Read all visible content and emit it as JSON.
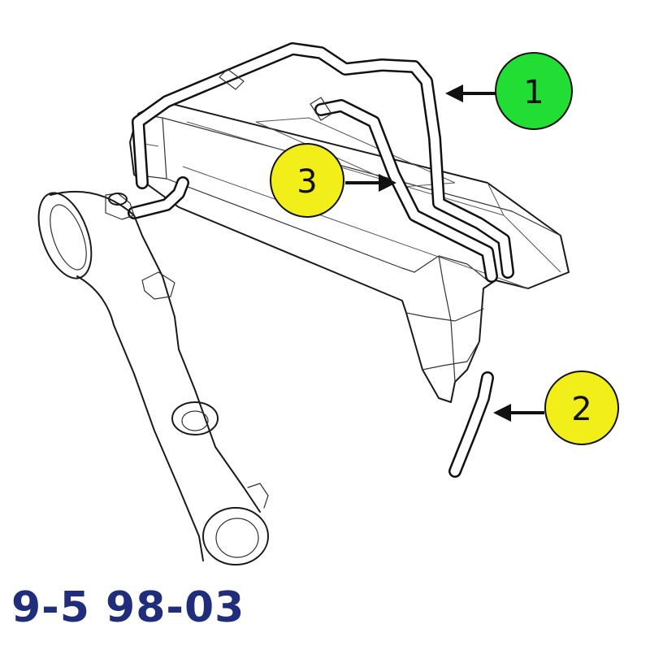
{
  "caption": "9-5 98-03",
  "colors": {
    "callout_green": "#22dd33",
    "callout_yellow": "#f2ee1a",
    "caption": "#1f2d7a"
  },
  "callouts": [
    {
      "label": "1",
      "color": "green"
    },
    {
      "label": "2",
      "color": "yellow"
    },
    {
      "label": "3",
      "color": "yellow"
    }
  ]
}
